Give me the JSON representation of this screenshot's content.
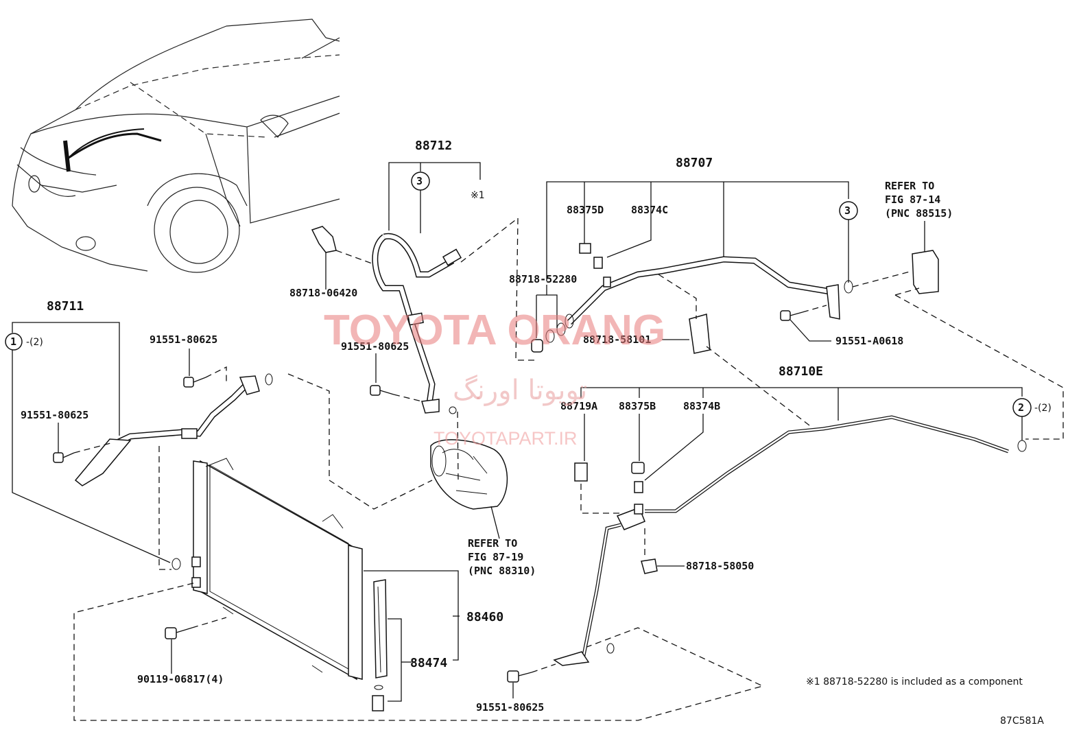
{
  "watermark": {
    "brand": "TOYOTA ORANG",
    "brand_fa": "تویوتا اورنگ",
    "site": "TOYOTAPART.IR"
  },
  "parts": {
    "p88712": "88712",
    "p88707": "88707",
    "p88711": "88711",
    "p88710e": "88710E",
    "p88375d": "88375D",
    "p88374c": "88374C",
    "p88718_52280": "88718-52280",
    "p88718_06420": "88718-06420",
    "p88718_58101": "88718-58101",
    "p91551_a0618": "91551-A0618",
    "p91551_80625_top": "91551-80625",
    "p91551_80625_left": "91551-80625",
    "p91551_80625_mid": "91551-80625",
    "p91551_80625_bottom": "91551-80625",
    "p88719a": "88719A",
    "p88375b": "88375B",
    "p88374b": "88374B",
    "p88718_58050": "88718-58050",
    "p88460": "88460",
    "p88474": "88474",
    "p90119_06817": "90119-06817(4)"
  },
  "markers": {
    "circle_1": "1",
    "circle_1_suffix": "-(2)",
    "circle_2": "2",
    "circle_2_suffix": "-(2)",
    "circle_3_left": "3",
    "circle_3_right": "3",
    "ref_mark": "※1"
  },
  "references": {
    "ref_87_14": {
      "line1": "REFER TO",
      "line2": "FIG 87-14",
      "line3": "(PNC 88515)"
    },
    "ref_87_19": {
      "line1": "REFER TO",
      "line2": "FIG 87-19",
      "line3": "(PNC 88310)"
    }
  },
  "footnote": "※1 88718-52280 is included as a component",
  "figure_code": "87C581A"
}
